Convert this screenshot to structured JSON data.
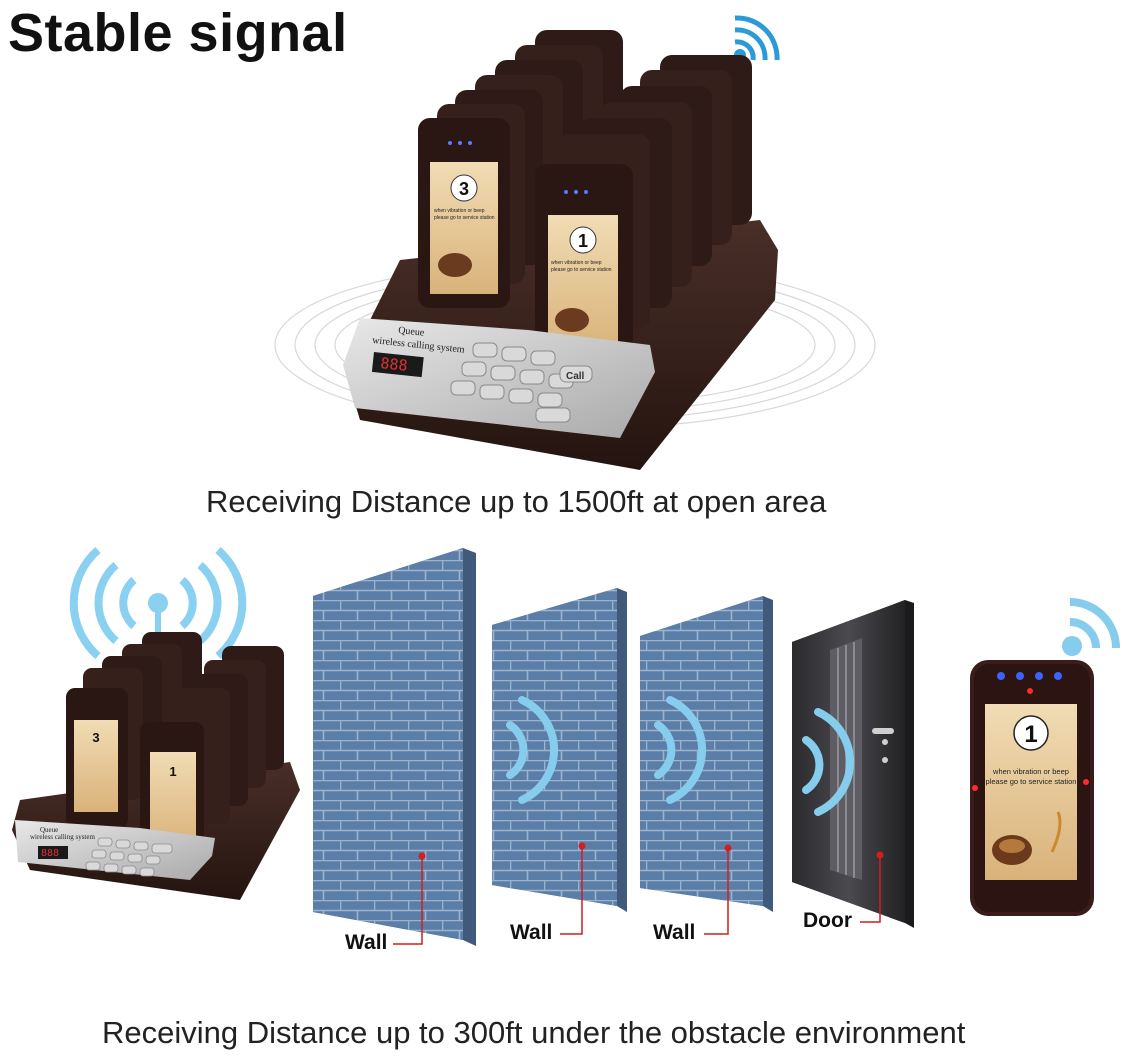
{
  "title": "Stable signal",
  "captions": {
    "open_area": "Receiving Distance up to 1500ft at open area",
    "obstacle": "Receiving Distance up to 300ft under the obstacle environment"
  },
  "base_station": {
    "panel_line1": "Queue",
    "panel_line2": "wireless calling system",
    "display": "888",
    "call_key": "Call",
    "pager_numbers": [
      "3",
      "1"
    ],
    "pager_msg_line1": "when vibration or beep",
    "pager_msg_line2": "please go to service station"
  },
  "obstacles": [
    "Wall",
    "Wall",
    "Wall",
    "Door"
  ],
  "pager": {
    "number": "1",
    "msg_line1": "when vibration or beep",
    "msg_line2": "please go to service station"
  },
  "colors": {
    "signal": "#7fc9ec",
    "brick": "#5a7ca8",
    "device_body": "#3a2420",
    "label_line": "#cc1b1b"
  }
}
